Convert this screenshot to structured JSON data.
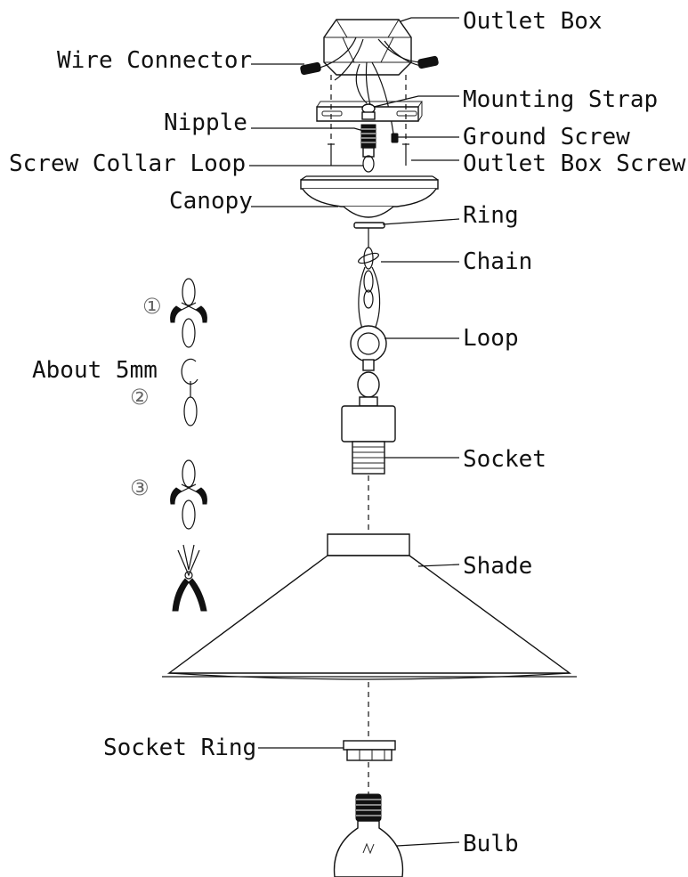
{
  "labels": {
    "outlet_box": "Outlet Box",
    "wire_connector": "Wire Connector",
    "mounting_strap": "Mounting Strap",
    "nipple": "Nipple",
    "ground_screw": "Ground Screw",
    "screw_collar_loop": "Screw Collar Loop",
    "outlet_box_screw": "Outlet Box Screw",
    "canopy": "Canopy",
    "ring": "Ring",
    "chain": "Chain",
    "loop": "Loop",
    "socket": "Socket",
    "shade": "Shade",
    "socket_ring": "Socket Ring",
    "bulb": "Bulb"
  },
  "chain_steps": {
    "about": "About 5mm",
    "step1": "①",
    "step2": "②",
    "step3": "③"
  },
  "colors": {
    "stroke": "#111111",
    "step_grey": "#666666",
    "background": "#ffffff"
  },
  "icons": [
    "pliers-icon",
    "chain-link-icon"
  ]
}
